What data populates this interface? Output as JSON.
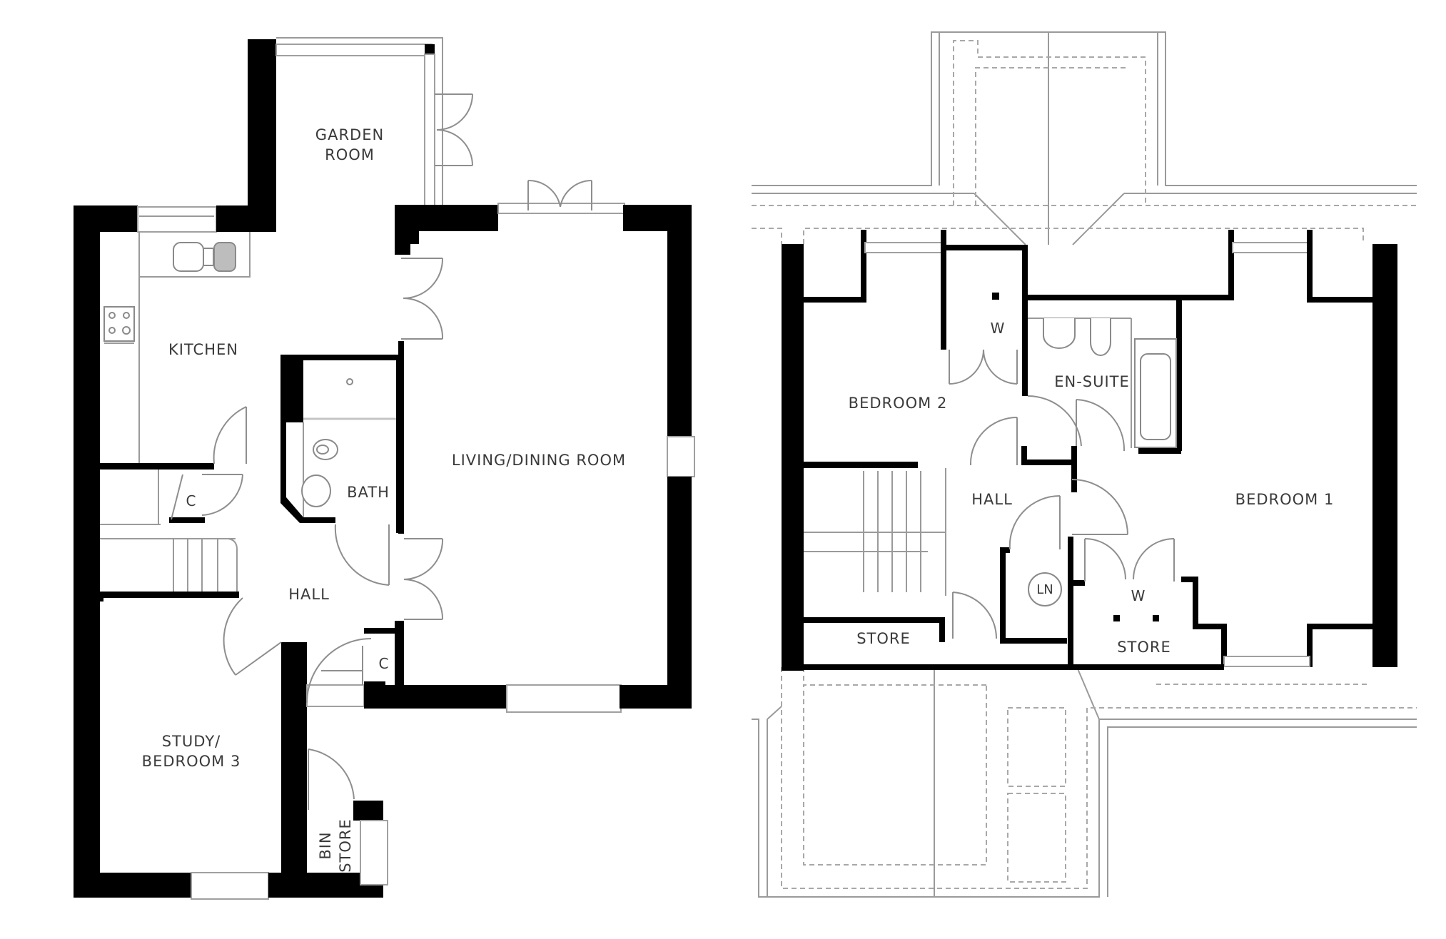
{
  "plans": {
    "ground_floor": {
      "rooms": {
        "garden_room": "GARDEN\nROOM",
        "kitchen": "KITCHEN",
        "living_dining": "LIVING/DINING ROOM",
        "bath": "BATH",
        "hall": "HALL",
        "cupboard_under_stairs": "C",
        "cupboard_front": "C",
        "study": "STUDY/\nBEDROOM 3",
        "bin_store": "BIN\nSTORE"
      }
    },
    "first_floor": {
      "rooms": {
        "bedroom_2": "BEDROOM 2",
        "wardrobe_bed2": "W",
        "en_suite": "EN-SUITE",
        "bedroom_1": "BEDROOM 1",
        "hall": "HALL",
        "linen": "LN",
        "store_left": "STORE",
        "wardrobe_bed1": "W",
        "store_right": "STORE"
      }
    }
  },
  "colors": {
    "wall": "#000000",
    "label": "#3a3a3a",
    "fixture_line": "#8a8a8a",
    "roof_line": "#a8a8a8",
    "background": "#ffffff"
  }
}
